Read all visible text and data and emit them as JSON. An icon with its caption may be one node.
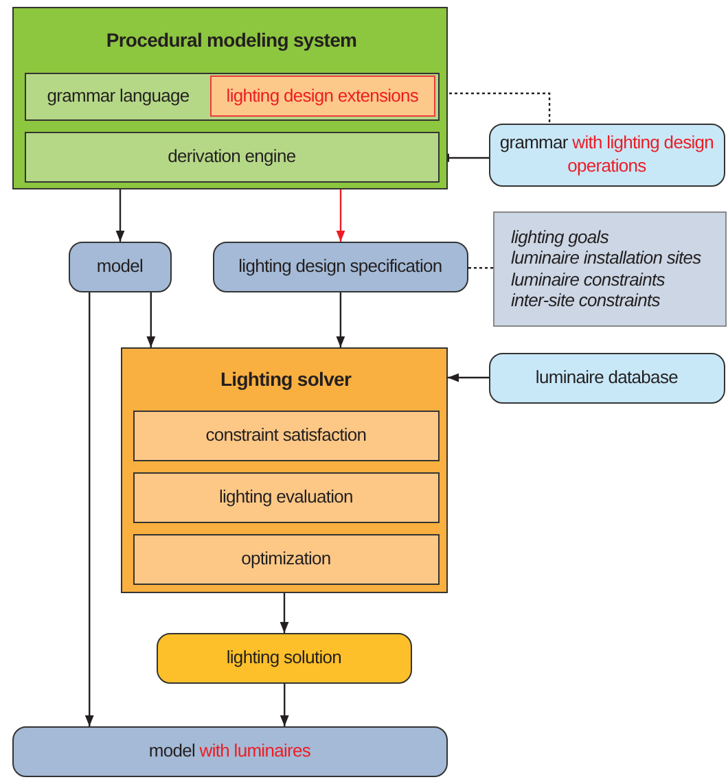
{
  "diagram": {
    "nodes": [
      {
        "text": [
          "Procedural modeling system"
        ]
      },
      {
        "text": [
          "grammar language"
        ],
        "in": 0
      },
      {
        "text": [
          "lighting design extensions"
        ],
        "in": 1
      },
      {
        "text": [
          "derivation engine"
        ],
        "in": 0
      },
      {
        "text": [
          "grammar",
          "with lighting design operations"
        ]
      },
      {
        "text": [
          "model"
        ]
      },
      {
        "text": [
          "lighting design specification"
        ]
      },
      {
        "text": [
          "lighting goals",
          "luminaire installation sites",
          "luminaire constraints",
          "inter-site constraints"
        ]
      },
      {
        "text": [
          "Lighting solver"
        ]
      },
      {
        "text": [
          "constraint satisfaction"
        ],
        "in": 8
      },
      {
        "text": [
          "lighting evaluation"
        ],
        "in": 8
      },
      {
        "text": [
          "optimization"
        ],
        "in": 8
      },
      {
        "text": [
          "luminaire database"
        ]
      },
      {
        "text": [
          "lighting solution"
        ]
      },
      {
        "text": [
          "model",
          "with luminaires"
        ]
      }
    ],
    "edges": [
      {
        "from": 2,
        "to": 4,
        "arrow": "none",
        "style": "dashed"
      },
      {
        "from": 4,
        "to": 3,
        "arrow": "to"
      },
      {
        "from": 3,
        "to": 5,
        "arrow": "to"
      },
      {
        "from": 3,
        "to": 6,
        "arrow": "to",
        "color": "#ed1c24"
      },
      {
        "from": 6,
        "to": 7,
        "arrow": "none",
        "style": "dashed"
      },
      {
        "from": 5,
        "to": 8,
        "arrow": "to"
      },
      {
        "from": 5,
        "to": 14,
        "arrow": "to"
      },
      {
        "from": 6,
        "to": 8,
        "arrow": "to"
      },
      {
        "from": 12,
        "to": 8,
        "arrow": "to"
      },
      {
        "from": 8,
        "to": 13,
        "arrow": "to"
      },
      {
        "from": 13,
        "to": 14,
        "arrow": "to"
      }
    ]
  }
}
